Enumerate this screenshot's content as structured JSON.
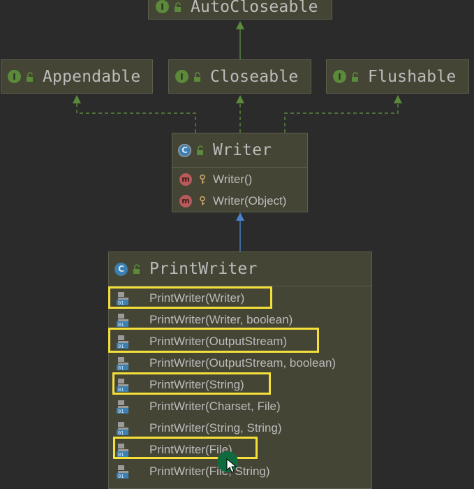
{
  "colors": {
    "background": "#2b2b2b",
    "node_fill": "#454536",
    "node_border": "#5e5e4e",
    "text": "#bcbcbc",
    "realization_edge": "#5a8a3a",
    "inheritance_edge": "#4a82c9",
    "highlight": "#f5e03b",
    "interface_badge": "#5a8a3a",
    "class_badge": "#3c7fb1",
    "method_badge": "#b8595a"
  },
  "nodes": {
    "autocloseable": {
      "title": "AutoCloseable",
      "kind": "interface",
      "badge_letter": "I",
      "icons": [
        "interface-icon",
        "lock-open-icon"
      ]
    },
    "appendable": {
      "title": "Appendable",
      "kind": "interface",
      "badge_letter": "I",
      "icons": [
        "interface-icon",
        "lock-open-icon"
      ]
    },
    "closeable": {
      "title": "Closeable",
      "kind": "interface",
      "badge_letter": "I",
      "icons": [
        "interface-icon",
        "lock-open-icon"
      ]
    },
    "flushable": {
      "title": "Flushable",
      "kind": "interface",
      "badge_letter": "I",
      "icons": [
        "interface-icon",
        "lock-open-icon"
      ]
    },
    "writer": {
      "title": "Writer",
      "kind": "abstract-class",
      "badge_letter": "C",
      "icons": [
        "abstract-class-icon",
        "lock-open-icon"
      ],
      "method_badge_letter": "m",
      "members": [
        {
          "label": "Writer()",
          "icons": [
            "method-icon",
            "key-icon"
          ]
        },
        {
          "label": "Writer(Object)",
          "icons": [
            "method-icon",
            "key-icon"
          ]
        }
      ]
    },
    "printwriter": {
      "title": "PrintWriter",
      "kind": "class",
      "badge_letter": "C",
      "icons": [
        "class-icon",
        "lock-open-icon"
      ],
      "members": [
        {
          "label": "PrintWriter(Writer)",
          "highlighted": true,
          "icon": "constructor-icon"
        },
        {
          "label": "PrintWriter(Writer, boolean)",
          "highlighted": false,
          "icon": "constructor-icon"
        },
        {
          "label": "PrintWriter(OutputStream)",
          "highlighted": true,
          "icon": "constructor-icon"
        },
        {
          "label": "PrintWriter(OutputStream, boolean)",
          "highlighted": false,
          "icon": "constructor-icon"
        },
        {
          "label": "PrintWriter(String)",
          "highlighted": true,
          "icon": "constructor-icon"
        },
        {
          "label": "PrintWriter(Charset, File)",
          "highlighted": false,
          "icon": "constructor-icon"
        },
        {
          "label": "PrintWriter(String, String)",
          "highlighted": false,
          "icon": "constructor-icon"
        },
        {
          "label": "PrintWriter(File)",
          "highlighted": true,
          "icon": "constructor-icon"
        },
        {
          "label": "PrintWriter(File, String)",
          "highlighted": false,
          "icon": "constructor-icon"
        }
      ]
    }
  },
  "edges": [
    {
      "from": "closeable",
      "to": "autocloseable",
      "kind": "extends",
      "style": "solid",
      "color": "#5a8a3a"
    },
    {
      "from": "writer",
      "to": "appendable",
      "kind": "implements",
      "style": "dashed",
      "color": "#5a8a3a"
    },
    {
      "from": "writer",
      "to": "closeable",
      "kind": "implements",
      "style": "dashed",
      "color": "#5a8a3a"
    },
    {
      "from": "writer",
      "to": "flushable",
      "kind": "implements",
      "style": "dashed",
      "color": "#5a8a3a"
    },
    {
      "from": "printwriter",
      "to": "writer",
      "kind": "extends",
      "style": "solid",
      "color": "#4a82c9"
    }
  ],
  "cursor": {
    "icon": "mouse-cursor-icon"
  }
}
